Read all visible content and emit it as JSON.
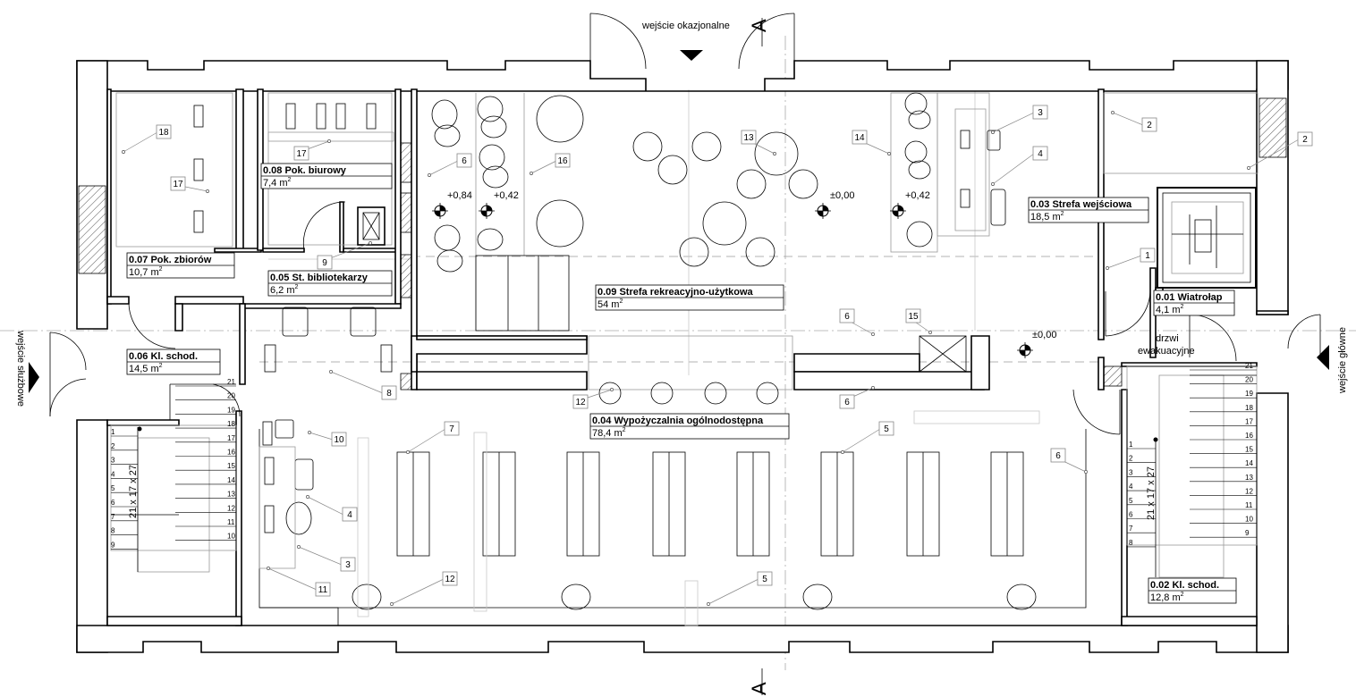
{
  "entrances": {
    "occasional": "wejście okazjonalne",
    "service": "wejście służbowe",
    "main": "wejście główne",
    "evac_line1": "drzwi",
    "evac_line2": "ewakuacyjne"
  },
  "section_marker": "A",
  "stair_spec": "21 x 17 x 27",
  "rooms": [
    {
      "id": "r001",
      "name": "0.01 Wiatrołap",
      "area": "4,1 m"
    },
    {
      "id": "r002",
      "name": "0.02 Kl. schod.",
      "area": "12,8 m"
    },
    {
      "id": "r003",
      "name": "0.03 Strefa wejściowa",
      "area": "18,5 m"
    },
    {
      "id": "r004",
      "name": "0.04 Wypożyczalnia ogólnodostępna",
      "area": "78,4 m"
    },
    {
      "id": "r005",
      "name": "0.05 St. bibliotekarzy",
      "area": "6,2 m"
    },
    {
      "id": "r006",
      "name": "0.06 Kl. schod.",
      "area": "14,5 m"
    },
    {
      "id": "r007",
      "name": "0.07 Pok. zbiorów",
      "area": "10,7 m"
    },
    {
      "id": "r008",
      "name": "0.08 Pok. biurowy",
      "area": "7,4 m"
    },
    {
      "id": "r009",
      "name": "0.09 Strefa rekreacyjno-użytkowa",
      "area": "54 m"
    }
  ],
  "area_sup": "2",
  "levels": [
    "+0,84",
    "+0,42",
    "±0,00",
    "+0,42",
    "±0,00"
  ],
  "tags": [
    "18",
    "17",
    "17",
    "9",
    "6",
    "16",
    "13",
    "14",
    "3",
    "4",
    "2",
    "2",
    "1",
    "6",
    "15",
    "6",
    "12",
    "7",
    "5",
    "6",
    "10",
    "4",
    "3",
    "11",
    "12",
    "5",
    "8"
  ],
  "stair_numbers_left": [
    "21",
    "20",
    "19",
    "18",
    "17",
    "16",
    "15",
    "14",
    "13",
    "12",
    "11",
    "10"
  ],
  "stair_numbers_left_inner": [
    "1",
    "2",
    "3",
    "4",
    "5",
    "6",
    "7",
    "8",
    "9"
  ],
  "stair_numbers_right": [
    "21",
    "20",
    "19",
    "18",
    "17",
    "16",
    "15",
    "14",
    "13",
    "12",
    "11",
    "10",
    "9"
  ],
  "stair_numbers_right_inner": [
    "1",
    "2",
    "3",
    "4",
    "5",
    "6",
    "7",
    "8"
  ]
}
